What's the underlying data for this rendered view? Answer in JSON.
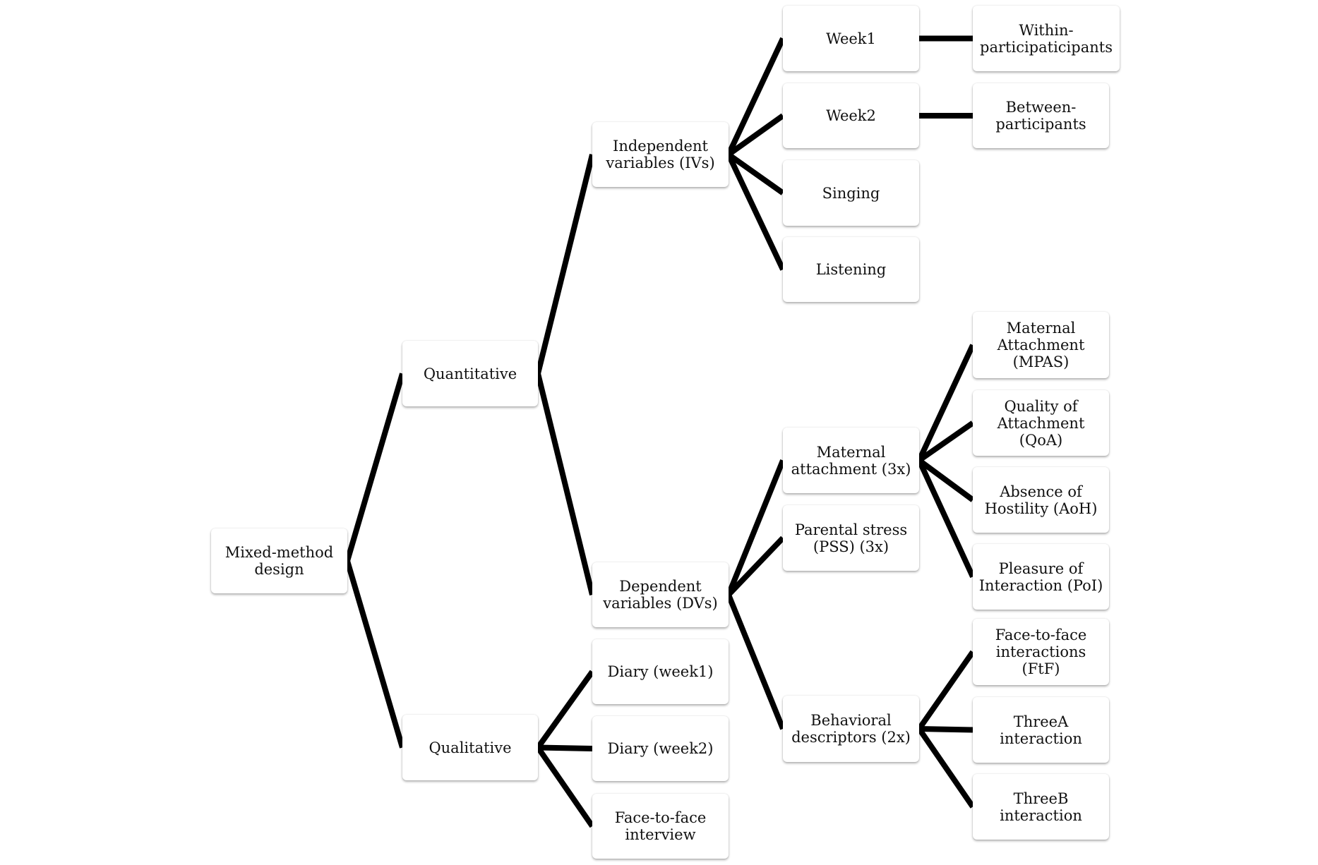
{
  "diagram": {
    "nodes": {
      "root": {
        "lines": [
          "Mixed-method",
          "design"
        ]
      },
      "quant": {
        "lines": [
          "Quantitative"
        ]
      },
      "qual": {
        "lines": [
          "Qualitative"
        ]
      },
      "iv": {
        "lines": [
          "Independent",
          "variables (IVs)"
        ]
      },
      "dv": {
        "lines": [
          "Dependent",
          "variables (DVs)"
        ]
      },
      "d1": {
        "lines": [
          "Diary (week1)"
        ]
      },
      "d2": {
        "lines": [
          "Diary (week2)"
        ]
      },
      "ftfi": {
        "lines": [
          "Face-to-face",
          "interview"
        ]
      },
      "w1": {
        "lines": [
          "Week1"
        ]
      },
      "w2": {
        "lines": [
          "Week2"
        ]
      },
      "sing": {
        "lines": [
          "Singing"
        ]
      },
      "list": {
        "lines": [
          "Listening"
        ]
      },
      "ma": {
        "lines": [
          "Maternal",
          "attachment (3x)"
        ]
      },
      "ps": {
        "lines": [
          "Parental stress",
          "(PSS) (3x)"
        ]
      },
      "bd": {
        "lines": [
          "Behavioral",
          "descriptors (2x)"
        ]
      },
      "within": {
        "lines": [
          "Within-",
          "participaticipants"
        ]
      },
      "between": {
        "lines": [
          "Between-",
          "participants"
        ]
      },
      "mpas": {
        "lines": [
          "Maternal",
          "Attachment",
          "(MPAS)"
        ]
      },
      "qoa": {
        "lines": [
          "Quality of",
          "Attachment (QoA)"
        ]
      },
      "aoh": {
        "lines": [
          "Absence of",
          "Hostility (AoH)"
        ]
      },
      "poi": {
        "lines": [
          "Pleasure of",
          "Interaction (PoI)"
        ]
      },
      "ftf": {
        "lines": [
          "Face-to-face",
          "interactions (FtF)"
        ]
      },
      "threea": {
        "lines": [
          "ThreeA",
          "interaction"
        ]
      },
      "threeb": {
        "lines": [
          "ThreeB",
          "interaction"
        ]
      }
    },
    "edges": [
      [
        "root",
        "quant"
      ],
      [
        "root",
        "qual"
      ],
      [
        "quant",
        "iv"
      ],
      [
        "quant",
        "dv"
      ],
      [
        "qual",
        "d1"
      ],
      [
        "qual",
        "d2"
      ],
      [
        "qual",
        "ftfi"
      ],
      [
        "iv",
        "w1"
      ],
      [
        "iv",
        "w2"
      ],
      [
        "iv",
        "sing"
      ],
      [
        "iv",
        "list"
      ],
      [
        "w1",
        "within"
      ],
      [
        "w2",
        "between"
      ],
      [
        "dv",
        "ma"
      ],
      [
        "dv",
        "ps"
      ],
      [
        "dv",
        "bd"
      ],
      [
        "ma",
        "mpas"
      ],
      [
        "ma",
        "qoa"
      ],
      [
        "ma",
        "aoh"
      ],
      [
        "ma",
        "poi"
      ],
      [
        "bd",
        "ftf"
      ],
      [
        "bd",
        "threea"
      ],
      [
        "bd",
        "threeb"
      ]
    ]
  }
}
